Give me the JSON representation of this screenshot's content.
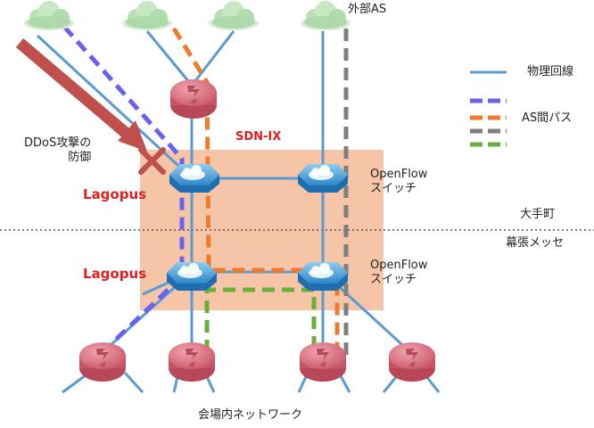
{
  "colors": {
    "physical_line": "#5b9bd5",
    "as_path_blue": "#6a62ef",
    "as_path_orange": "#f07a2a",
    "as_path_gray": "#7f7f7f",
    "as_path_green": "#6aaf3c",
    "sdn_ix_area": "#f6c4a6",
    "ddos_arrow": "#c0504d",
    "router": "#d9707e",
    "cloud": "#b5dfb4",
    "label_red": "#e02020"
  },
  "labels": {
    "external_as": "外部AS",
    "ddos": "DDoS攻撃の",
    "ddos_line2": "防御",
    "sdn_ix": "SDN-IX",
    "lagopus_top": "Lagopus",
    "lagopus_bottom": "Lagopus",
    "openflow_top": "OpenFlow",
    "openflow_top_line2": "スイッチ",
    "openflow_bottom": "OpenFlow",
    "openflow_bottom_line2": "スイッチ",
    "otemachi": "大手町",
    "makuhari": "幕張メッセ",
    "venue_network": "会場内ネットワーク"
  },
  "legend": {
    "physical_line": "物理回線",
    "as_path": "AS間パス"
  },
  "icons": {
    "cloud": "cloud-icon",
    "router": "router-icon",
    "switch": "switch-icon",
    "cross": "cross-icon",
    "arrow": "arrow-icon"
  }
}
